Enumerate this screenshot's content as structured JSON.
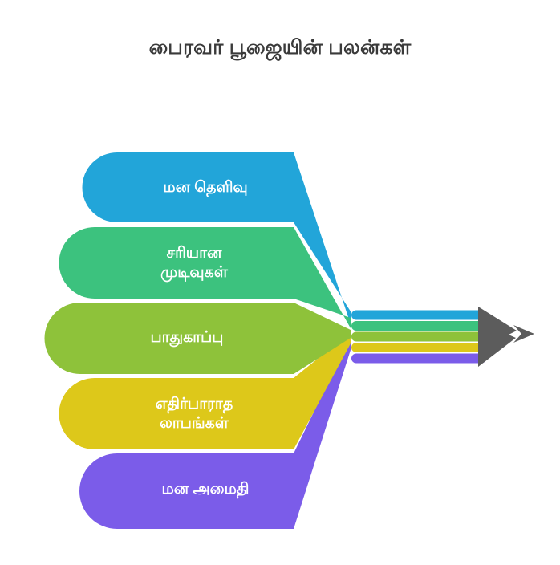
{
  "title": "பைரவர் பூஜையின் பலன்கள்",
  "colors": {
    "blue": "#22a5d9",
    "green": "#3cc27e",
    "olive": "#8ec23a",
    "yellow": "#ddc81a",
    "purple": "#7b5ce9",
    "arrow_gray": "#5c5c5c",
    "text_on_band": "#ffffff",
    "title_color": "#3a3a3a",
    "background": "#ffffff",
    "separator": "#ffffff"
  },
  "chart_data": {
    "type": "bar",
    "title": "பைரவர் பூஜையின் பலன்கள்",
    "xlabel": "",
    "ylabel": "",
    "categories": [
      "மன தெளிவு",
      "சரியான முடிவுகள்",
      "பாதுகாப்பு",
      "எதிர்பாராத லாபங்கள்",
      "மன அமைதி"
    ],
    "values": [
      1,
      1,
      1,
      1,
      1
    ],
    "series": [
      {
        "name": "பலன்கள்",
        "values": [
          1,
          1,
          1,
          1,
          1
        ]
      }
    ],
    "legend_position": "none",
    "grid": false
  },
  "bands": [
    {
      "id": "band-mana-thelivu",
      "label": "மன தெளிவு",
      "color": "#22a5d9",
      "order": 1
    },
    {
      "id": "band-sariyana-mudivugal",
      "label": "சரியான\nமுடிவுகள்",
      "color": "#3cc27e",
      "order": 2
    },
    {
      "id": "band-paathukaappu",
      "label": "பாதுகாப்பு",
      "color": "#8ec23a",
      "order": 3
    },
    {
      "id": "band-ethirparaatha-laabangal",
      "label": "எதிர்பாராத\nலாபங்கள்",
      "color": "#ddc81a",
      "order": 4
    },
    {
      "id": "band-mana-amaithi",
      "label": "மன அமைதி",
      "color": "#7b5ce9",
      "order": 5
    }
  ],
  "arrow": {
    "name": "pencil-tip-arrow",
    "color": "#5c5c5c"
  }
}
